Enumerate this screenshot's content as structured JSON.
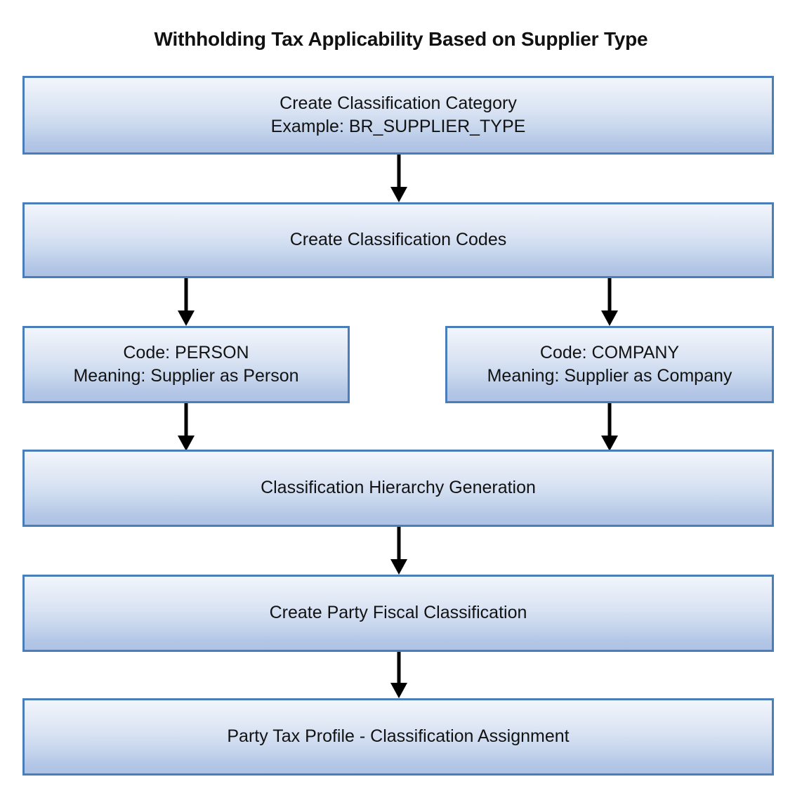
{
  "title": "Withholding Tax Applicability Based on Supplier Type",
  "colors": {
    "node_border": "#4A7EBB",
    "node_gradient_top": "#F2F5FB",
    "node_gradient_bottom": "#AEC2E4",
    "arrow": "#000000",
    "text": "#121212",
    "background": "#FFFFFF"
  },
  "nodes": [
    {
      "id": "create-classification-category",
      "line1": "Create Classification Category",
      "line2": "Example: BR_SUPPLIER_TYPE"
    },
    {
      "id": "create-classification-codes",
      "line1": "Create Classification Codes",
      "line2": ""
    },
    {
      "id": "code-person",
      "line1": "Code: PERSON",
      "line2": "Meaning: Supplier as Person"
    },
    {
      "id": "code-company",
      "line1": "Code: COMPANY",
      "line2": "Meaning: Supplier as Company"
    },
    {
      "id": "classification-hierarchy-generation",
      "line1": "Classification Hierarchy Generation",
      "line2": ""
    },
    {
      "id": "create-party-fiscal-classification",
      "line1": "Create Party Fiscal Classification",
      "line2": ""
    },
    {
      "id": "party-tax-profile-classification-assignment",
      "line1": "Party Tax Profile - Classification Assignment",
      "line2": ""
    }
  ],
  "connectors": [
    {
      "id": "category-to-codes",
      "from": "create-classification-category",
      "to": "create-classification-codes"
    },
    {
      "id": "codes-to-person",
      "from": "create-classification-codes",
      "to": "code-person"
    },
    {
      "id": "codes-to-company",
      "from": "create-classification-codes",
      "to": "code-company"
    },
    {
      "id": "person-to-hierarchy",
      "from": "code-person",
      "to": "classification-hierarchy-generation"
    },
    {
      "id": "company-to-hierarchy",
      "from": "code-company",
      "to": "classification-hierarchy-generation"
    },
    {
      "id": "hierarchy-to-party-fiscal",
      "from": "classification-hierarchy-generation",
      "to": "create-party-fiscal-classification"
    },
    {
      "id": "party-fiscal-to-party-tax-profile",
      "from": "create-party-fiscal-classification",
      "to": "party-tax-profile-classification-assignment"
    }
  ]
}
